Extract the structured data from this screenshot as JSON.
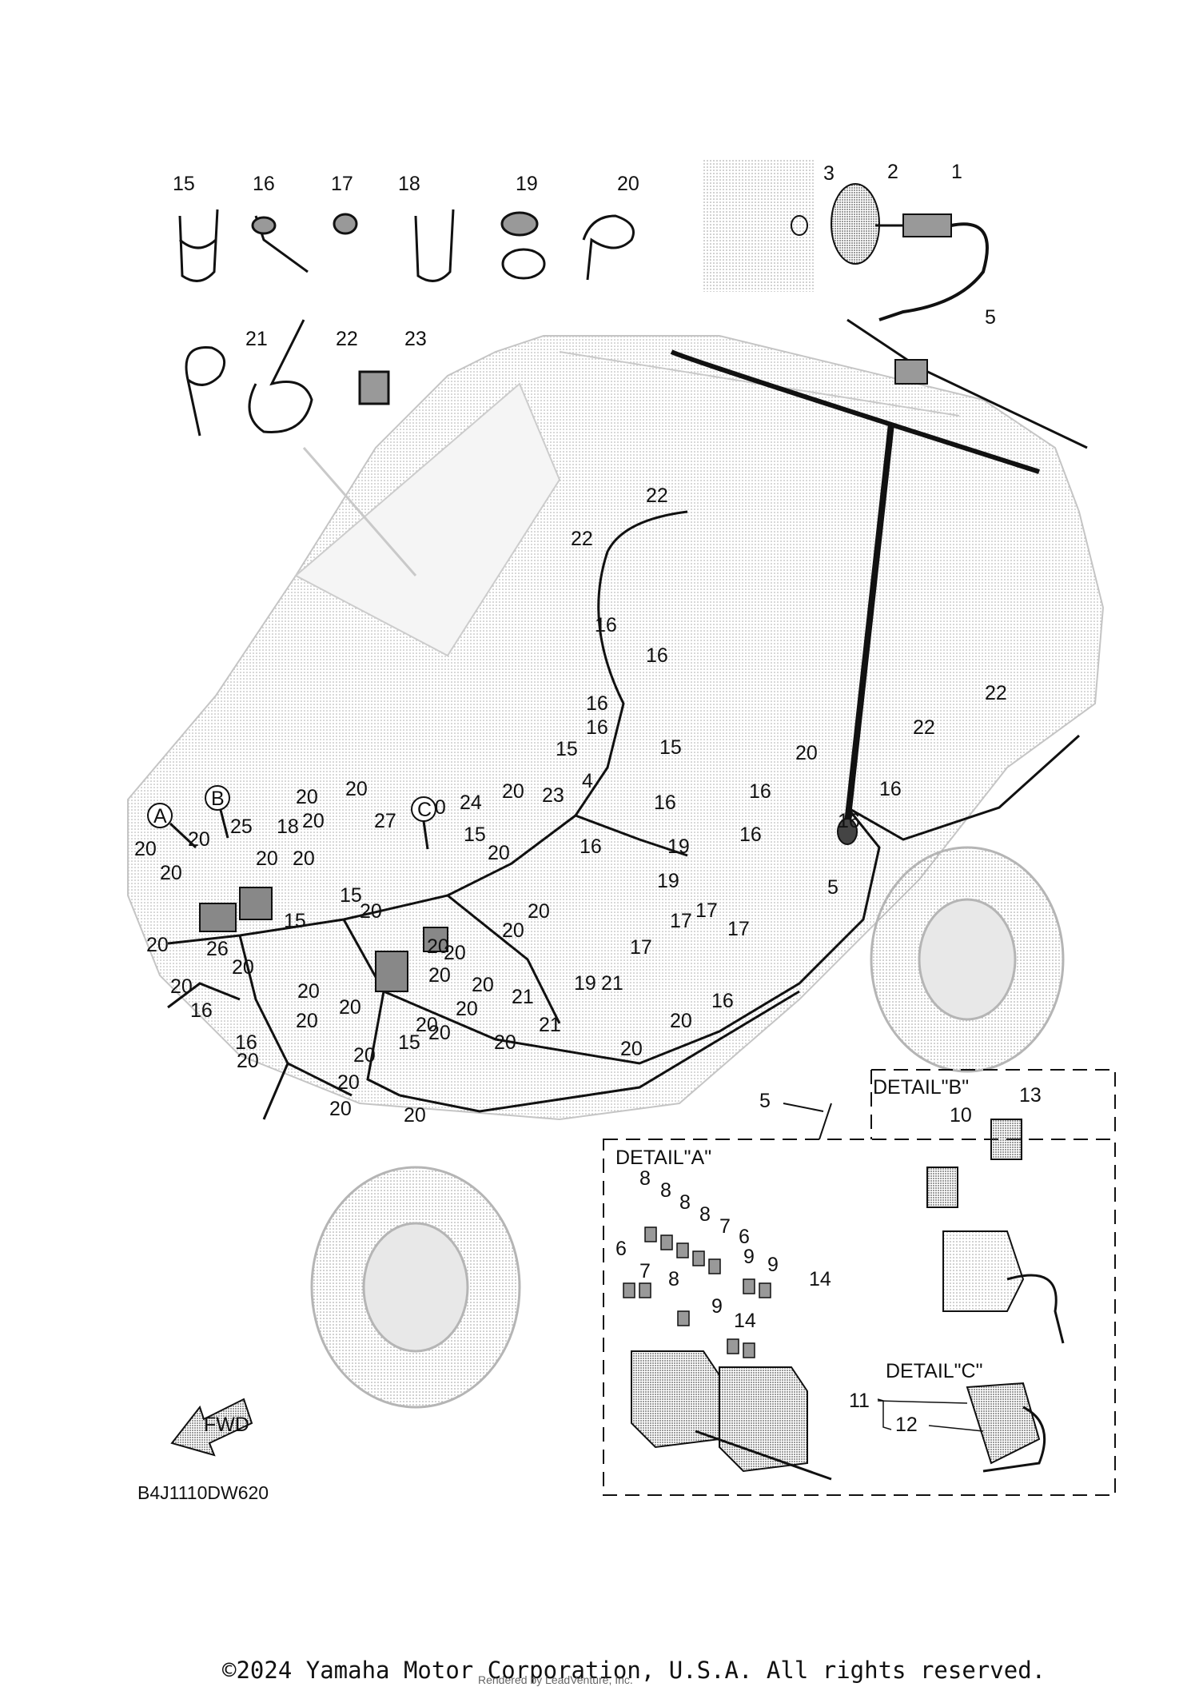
{
  "part_labels": {
    "p1": "1",
    "p2": "2",
    "p3": "3",
    "p4": "4",
    "p5": "5",
    "p6": "6",
    "p7": "7",
    "p8": "8",
    "p9": "9",
    "p10": "10",
    "p11": "11",
    "p12": "12",
    "p13": "13",
    "p14": "14",
    "p15": "15",
    "p16": "16",
    "p17": "17",
    "p18": "18",
    "p19": "19",
    "p20": "20",
    "p21": "21",
    "p22": "22",
    "p23": "23",
    "p24": "24",
    "p25": "25",
    "p26": "26",
    "p27": "27"
  },
  "callouts": {
    "a": "A",
    "b": "B",
    "c": "C"
  },
  "details": {
    "a": "DETAIL\"A\"",
    "b": "DETAIL\"B\"",
    "c": "DETAIL\"C\""
  },
  "fwd_label": "FWD",
  "diagram_code": "B4J1110DW620",
  "copyright": "©2024 Yamaha Motor Corporation, U.S.A. All rights reserved.",
  "render_credit": "Rendered by LeadVenture, Inc.",
  "colors": {
    "line": "#111111",
    "body_shade": "#c8c8c8",
    "part_fill": "#9a9a9a"
  }
}
